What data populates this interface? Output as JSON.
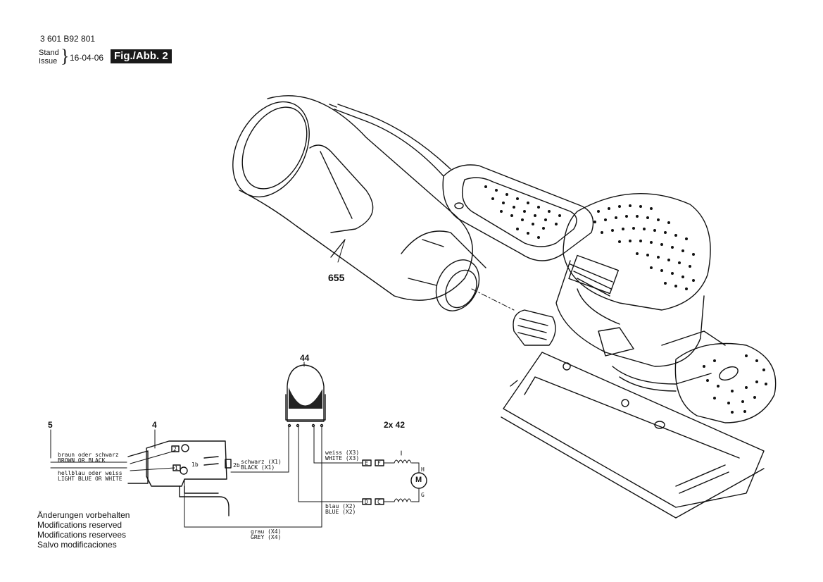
{
  "header": {
    "doc_number": "3 601 B92 801",
    "stand_label": "Stand",
    "issue_label": "Issue",
    "date": "16-04-06",
    "figure_label": "Fig./Abb. 2"
  },
  "parts": {
    "p655": "655",
    "p44": "44",
    "p5": "5",
    "p4": "4",
    "p42": "2x 42"
  },
  "wiring": {
    "brown_de": "braun oder schwarz",
    "brown_en": "BROWN OR BLACK",
    "lightblue_de": "hellblau oder weiss",
    "lightblue_en": "LIGHT BLUE OR WHITE",
    "black_de": "schwarz (X1)",
    "black_en": "BLACK (X1)",
    "white_de": "weiss (X3)",
    "white_en": "WHITE (X3)",
    "blue_de": "blau (X2)",
    "blue_en": "BLUE (X2)",
    "grey_de": "grau (X4)",
    "grey_en": "GREY (X4)",
    "term_2": "2",
    "term_1": "1",
    "term_1b": "1b",
    "term_2b": "2b",
    "term_e": "E",
    "term_f": "F",
    "term_d": "D",
    "term_c": "C",
    "term_h": "H",
    "term_g": "G",
    "motor": "M"
  },
  "notes": [
    "Änderungen vorbehalten",
    "Modifications reserved",
    "Modifications reservees",
    "Salvo modificaciones"
  ]
}
